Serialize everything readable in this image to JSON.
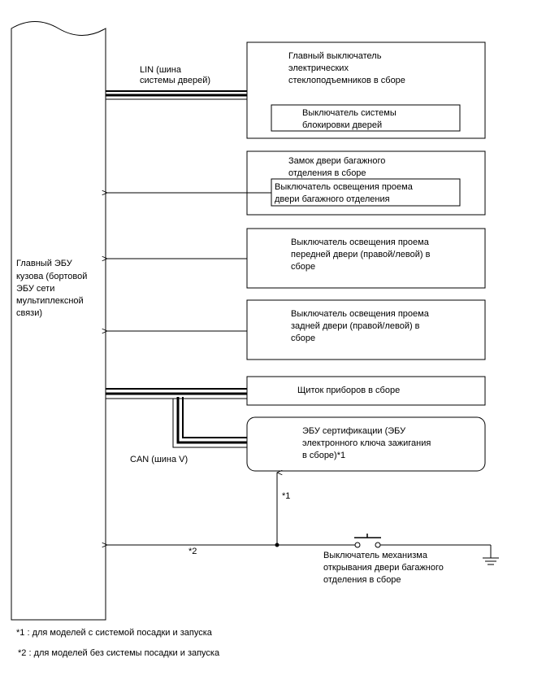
{
  "ecu": {
    "label_lines": [
      "Главный ЭБУ",
      "кузова (бортовой",
      "ЭБУ сети",
      "мультиплексной",
      "связи)"
    ]
  },
  "lin": {
    "label_lines": [
      "LIN (шина",
      "системы дверей)"
    ]
  },
  "can": {
    "label": "CAN (шина V)"
  },
  "boxes": {
    "power_window": {
      "label_lines": [
        "Главный выключатель",
        "электрических",
        "стеклоподъемников в сборе"
      ],
      "inner_lines": [
        "Выключатель системы",
        "блокировки дверей"
      ]
    },
    "back_door_lock": {
      "label_lines": [
        "Замок двери багажного",
        "отделения в сборе"
      ],
      "inner_lines": [
        "Выключатель освещения проема",
        "двери багажного отделения"
      ]
    },
    "front_door": {
      "label_lines": [
        "Выключатель освещения проема",
        "передней двери (правой/левой) в",
        "сборе"
      ]
    },
    "rear_door": {
      "label_lines": [
        "Выключатель освещения проема",
        "задней двери (правой/левой) в",
        "сборе"
      ]
    },
    "meter": {
      "label": "Щиток приборов в сборе"
    },
    "cert_ecu": {
      "label_lines": [
        "ЭБУ сертификации (ЭБУ",
        "электронного ключа зажигания",
        "в сборе)*1"
      ]
    }
  },
  "opener_switch": {
    "label_lines": [
      "Выключатель механизма",
      "открывания двери багажного",
      "отделения в сборе"
    ]
  },
  "markers": {
    "m1": "*1",
    "m2": "*2"
  },
  "footnotes": {
    "n1": "*1 : для моделей с системой посадки и запуска",
    "n2": "*2 : для моделей без системы посадки и запуска"
  }
}
